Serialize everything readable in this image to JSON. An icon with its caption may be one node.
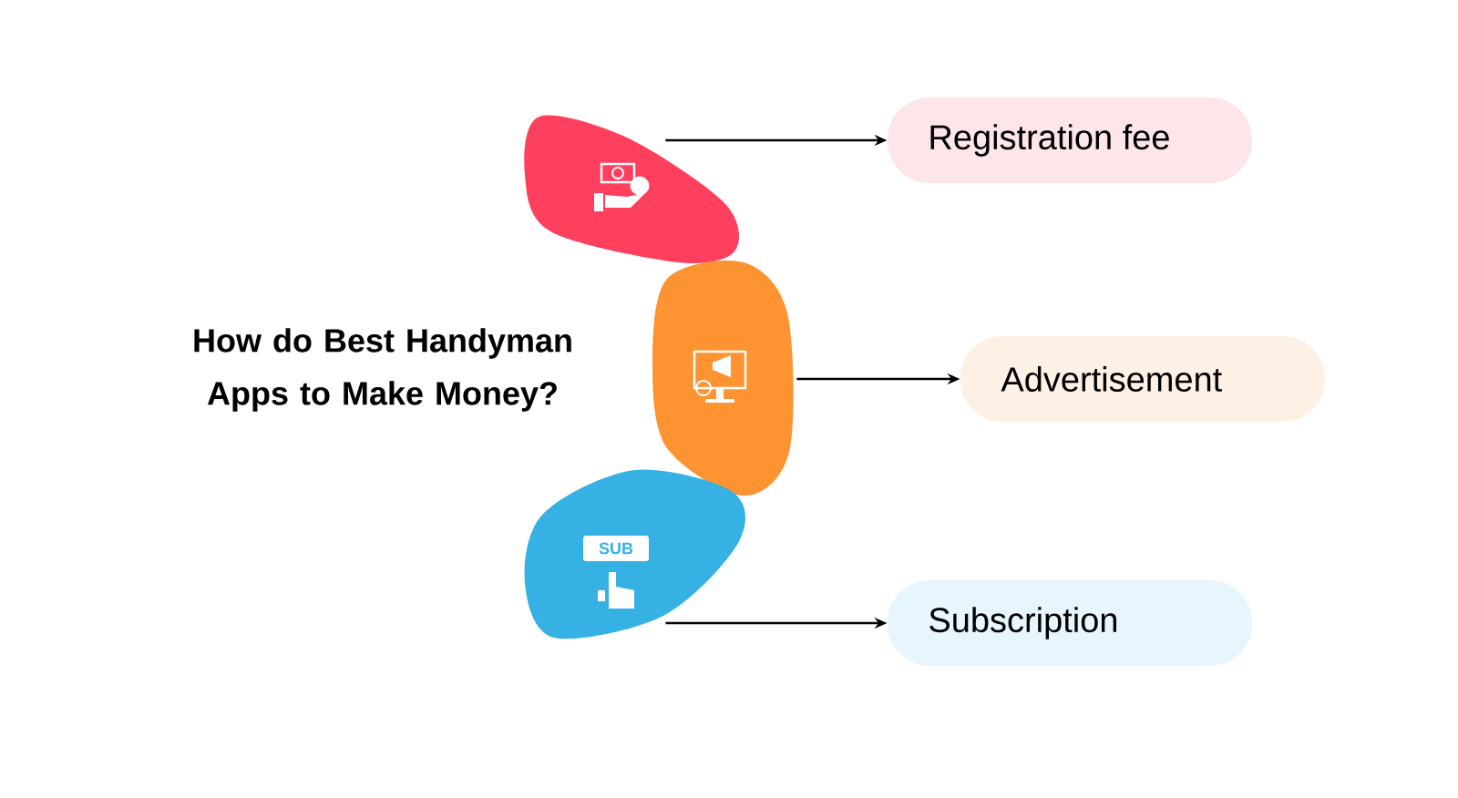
{
  "diagram": {
    "title": "How do Best Handyman Apps to Make Money?",
    "nodes": [
      {
        "text": [],
        "shape": "blob"
      },
      {
        "text": [],
        "shape": "blob"
      },
      {
        "text": [
          "SUB"
        ]
      },
      {
        "text": [
          "Registration fee"
        ]
      },
      {
        "text": [
          "Advertisement"
        ]
      },
      {
        "text": [
          "Subscription"
        ]
      }
    ],
    "edges": [
      {
        "from": 0,
        "to": 3,
        "arrow": "to"
      },
      {
        "from": 1,
        "to": 4,
        "arrow": "to"
      },
      {
        "from": 2,
        "to": 5,
        "arrow": "to"
      }
    ]
  }
}
